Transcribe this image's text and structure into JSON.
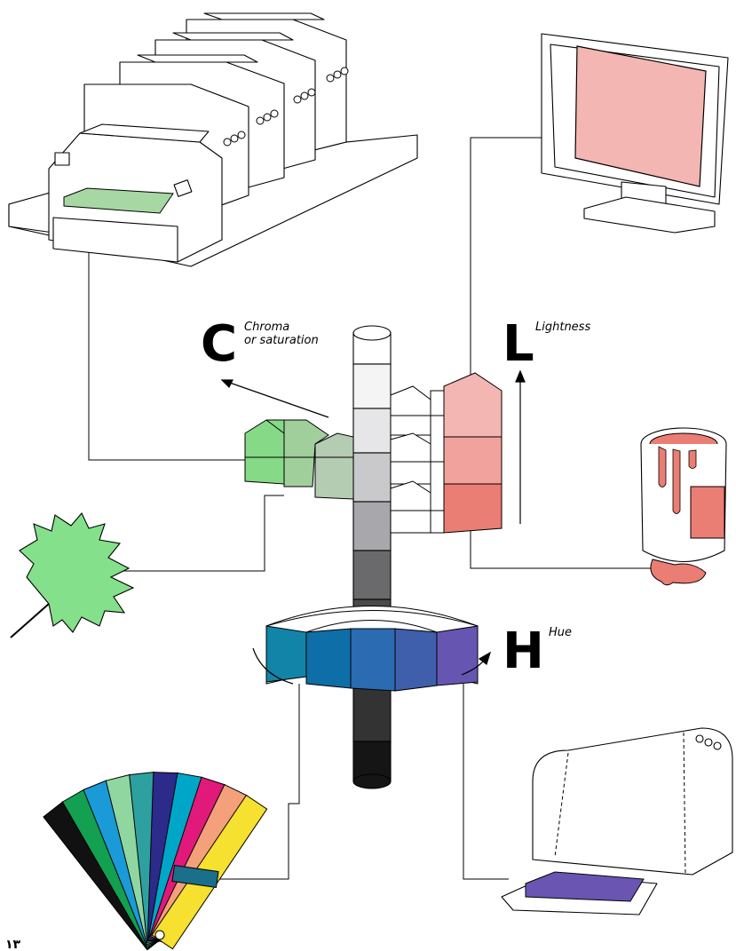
{
  "labels": {
    "chroma_letter": "C",
    "chroma_text_1": "Chroma",
    "chroma_text_2": "or saturation",
    "lightness_letter": "L",
    "lightness_text": "Lightness",
    "hue_letter": "H",
    "hue_text": "Hue",
    "corner_mark": "۱۳"
  },
  "icons": [
    "offset-press-icon",
    "monitor-icon",
    "paint-can-icon",
    "leaf-icon",
    "swatch-fan-icon",
    "inkjet-printer-icon"
  ],
  "colors": {
    "pink": "#f4b6b2",
    "pink_mid": "#f2a29c",
    "pink_dark": "#ea7d74",
    "green_light": "#86d987",
    "green_mid": "#a0cf9c",
    "green_pale": "#b4ccb2",
    "leaf_green": "#84e08a",
    "press_paper": "#a7d8a4",
    "hue_blue_1": "#1284a8",
    "hue_blue_2": "#0e6ea8",
    "hue_blue_3": "#2a6bb2",
    "hue_blue_4": "#3f5eac",
    "hue_violet": "#6656b2",
    "printer_paper": "#6a55b2"
  },
  "gray_column": [
    "#f4f4f4",
    "#e6e6e8",
    "#c9c9cc",
    "#a8a8ac",
    "#868688",
    "#6a6a6c",
    "#4a4a4a",
    "#333333",
    "#151515"
  ]
}
